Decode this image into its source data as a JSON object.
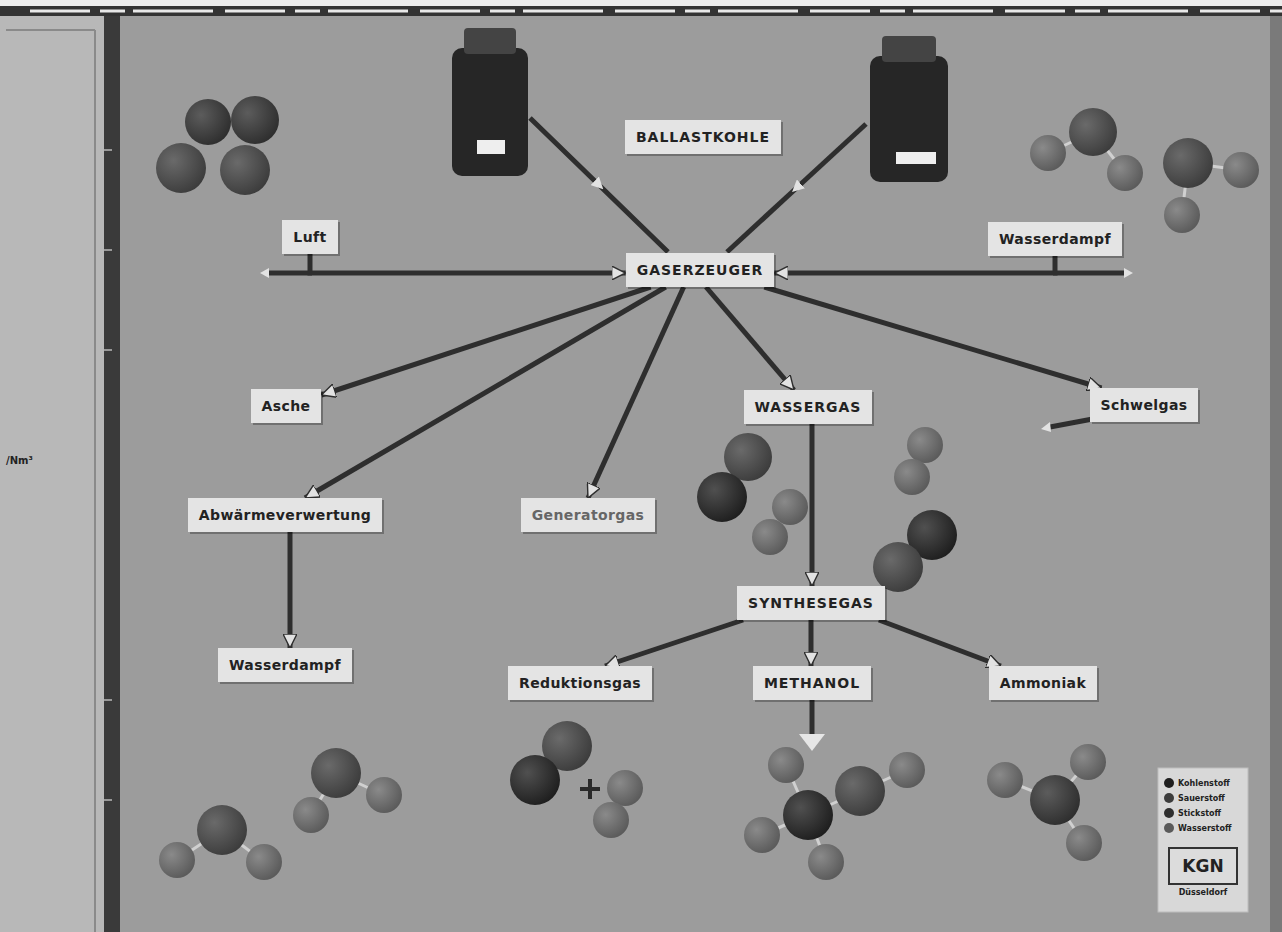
{
  "diagram": {
    "nodes": [
      {
        "text": [
          "BALLASTKOHLE"
        ]
      },
      {
        "text": [
          "Luft"
        ]
      },
      {
        "text": [
          "Wasserdampf"
        ]
      },
      {
        "text": [
          "GASERZEUGER"
        ]
      },
      {
        "text": [
          "Asche"
        ]
      },
      {
        "text": [
          "WASSERGAS"
        ]
      },
      {
        "text": [
          "Schwelgas"
        ]
      },
      {
        "text": [
          "Abwärmeverwertung"
        ]
      },
      {
        "text": [
          "Generatorgas"
        ]
      },
      {
        "text": [
          "SYNTHESEGAS"
        ]
      },
      {
        "text": [
          "Wasserdampf"
        ]
      },
      {
        "text": [
          "Reduktionsgas"
        ]
      },
      {
        "text": [
          "METHANOL"
        ]
      },
      {
        "text": [
          "Ammoniak"
        ]
      },
      {
        "text": [
          "KGN",
          "Düsseldorf"
        ]
      }
    ],
    "edges": [
      {
        "from": 1,
        "to": 3,
        "arrow": "to"
      },
      {
        "from": 2,
        "to": 3,
        "arrow": "to"
      },
      {
        "from": 3,
        "to": 4,
        "arrow": "to"
      },
      {
        "from": 3,
        "to": 5,
        "arrow": "to"
      },
      {
        "from": 3,
        "to": 6,
        "arrow": "to"
      },
      {
        "from": 3,
        "to": 7,
        "arrow": "to"
      },
      {
        "from": 3,
        "to": 8,
        "arrow": "to"
      },
      {
        "from": 7,
        "to": 10,
        "arrow": "to"
      },
      {
        "from": 5,
        "to": 9,
        "arrow": "to"
      },
      {
        "from": 9,
        "to": 11,
        "arrow": "to"
      },
      {
        "from": 9,
        "to": 12,
        "arrow": "to"
      },
      {
        "from": 9,
        "to": 13,
        "arrow": "to"
      }
    ],
    "labels": [
      "/Nm³"
    ],
    "legend": [
      {
        "text": "Kohlenstoff",
        "color": "#1e1e1e"
      },
      {
        "text": "Sauerstoff",
        "color": "#3c3c3c"
      },
      {
        "text": "Stickstoff",
        "color": "#2e2e2e"
      },
      {
        "text": "Wasserstoff",
        "color": "#5a5a5a"
      }
    ]
  }
}
